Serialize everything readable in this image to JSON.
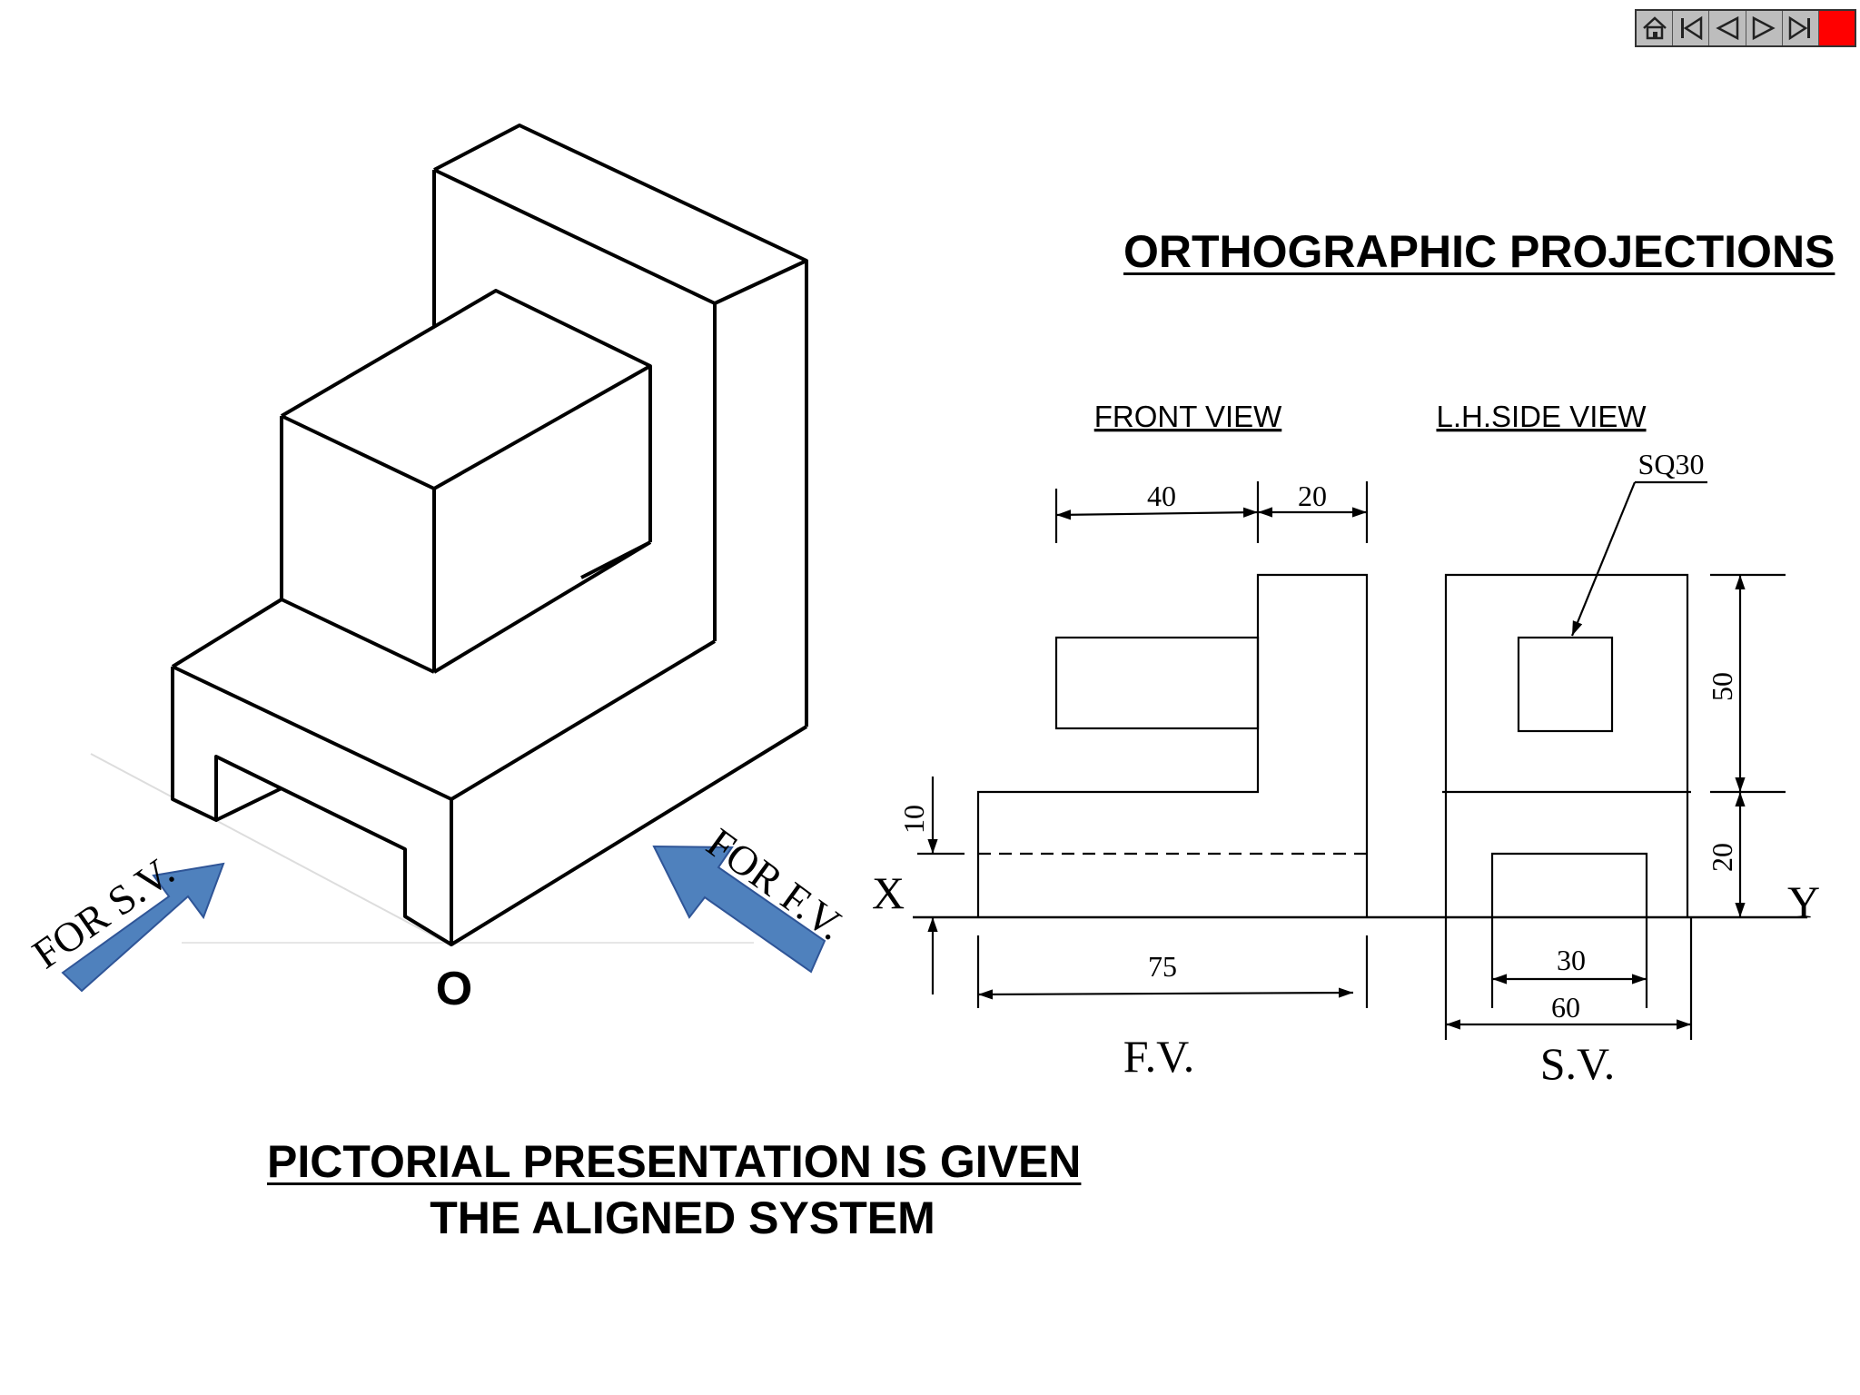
{
  "nav": {
    "home_icon": "home-icon",
    "first_icon": "first-slide-icon",
    "prev_icon": "previous-slide-icon",
    "next_icon": "next-slide-icon",
    "last_icon": "last-slide-icon",
    "exit_color": "#ff0000"
  },
  "ortho_title": "ORTHOGRAPHIC PROJECTIONS",
  "pictorial": {
    "line1": "PICTORIAL PRESENTATION IS GIVEN",
    "line2": "THE ALIGNED SYSTEM",
    "origin_label": "O",
    "arrow_sv_label": "FOR S.V.",
    "arrow_fv_label": "FOR F.V.",
    "arrow_color": "#4f81bd"
  },
  "front_view": {
    "heading": "FRONT VIEW",
    "caption": "F.V.",
    "dim_40": "40",
    "dim_20": "20",
    "dim_10": "10",
    "dim_75": "75"
  },
  "side_view": {
    "heading": "L.H.SIDE VIEW",
    "caption": "S.V.",
    "leader_label": "SQ30",
    "dim_50": "50",
    "dim_20": "20",
    "dim_30": "30",
    "dim_60": "60"
  },
  "reference_line": {
    "left_label": "X",
    "right_label": "Y"
  }
}
